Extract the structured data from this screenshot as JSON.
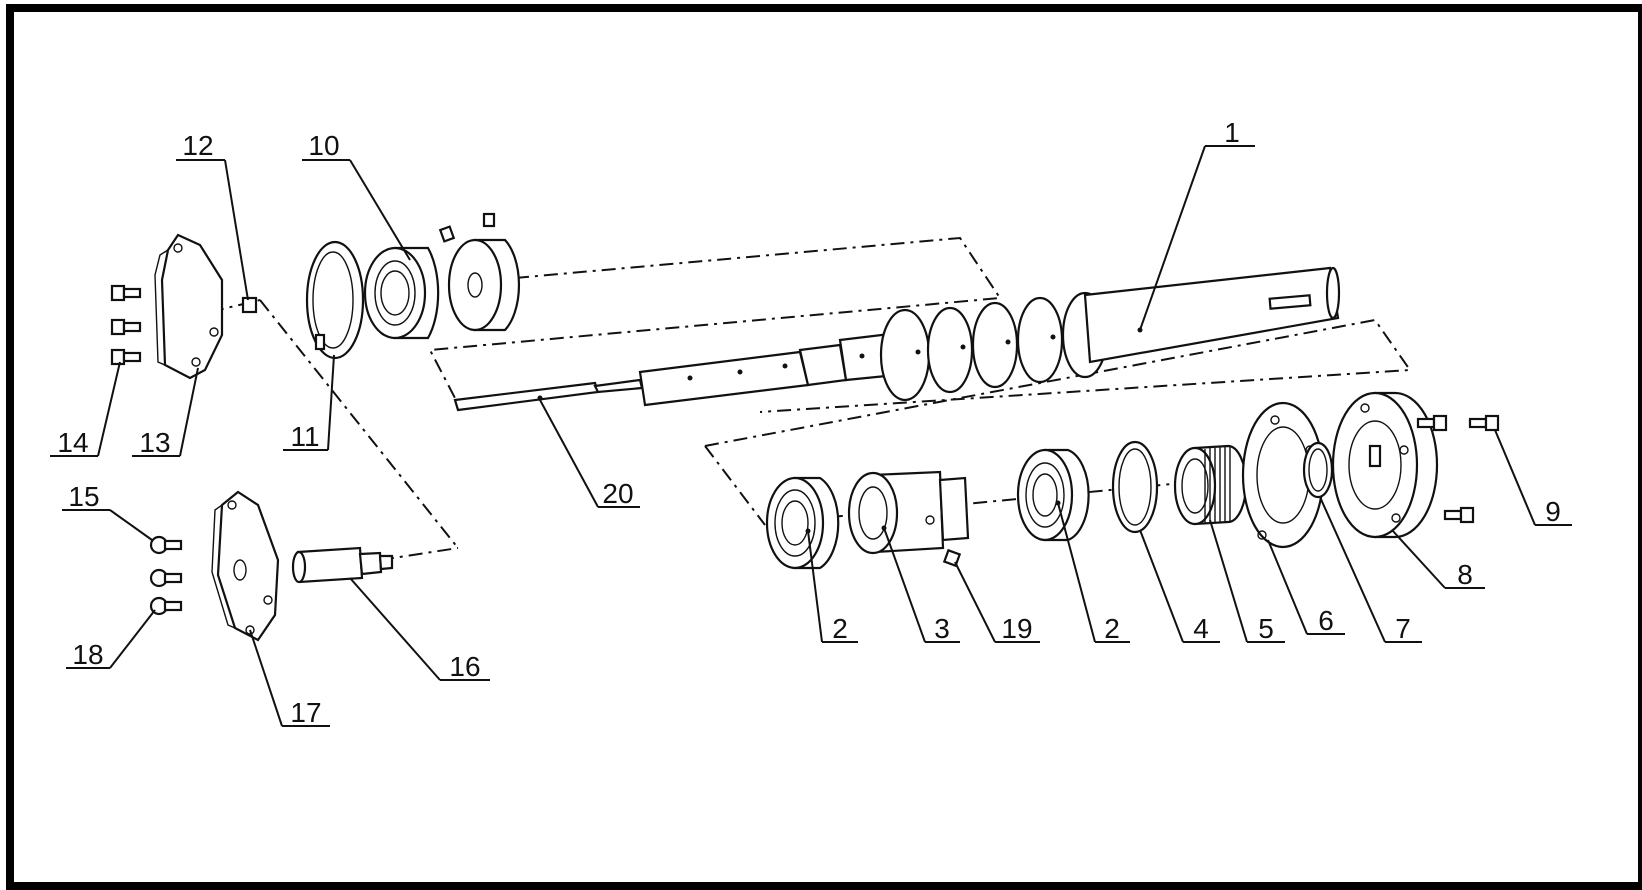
{
  "diagram": {
    "callouts": [
      "1",
      "2",
      "3",
      "4",
      "5",
      "6",
      "7",
      "8",
      "9",
      "10",
      "11",
      "12",
      "13",
      "14",
      "15",
      "16",
      "17",
      "18",
      "19",
      "20"
    ],
    "colors": {
      "frame": "#000000",
      "ink": "#111111",
      "background": "#ffffff"
    }
  }
}
